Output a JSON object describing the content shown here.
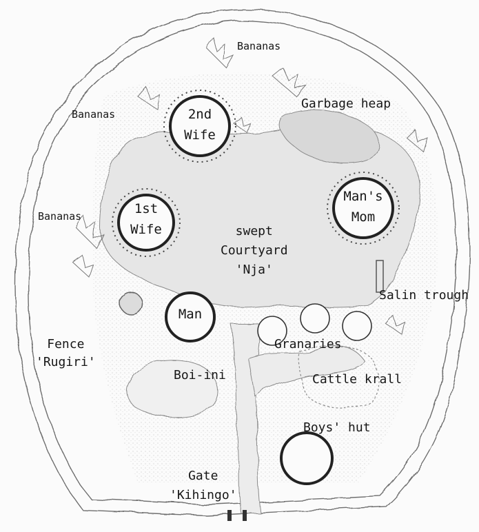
{
  "labels": {
    "bananas_top": "Bananas",
    "bananas_left_upper": "Bananas",
    "bananas_left_mid": "Bananas",
    "garbage_heap": "Garbage  heap",
    "salin_trough": "Salin trough",
    "courtyard_line1": "swept",
    "courtyard_line2": "Courtyard",
    "courtyard_line3": "'Nja'",
    "granaries": "Granaries",
    "cattle_krall": "Cattle krall",
    "boys_hut": "Boys' hut",
    "boi_ini": "Boi-ini",
    "fence_line1": "Fence",
    "fence_line2": "'Rugiri'",
    "gate_line1": "Gate",
    "gate_line2": "'Kihingo'"
  },
  "huts": {
    "second_wife": [
      "2nd",
      "Wife"
    ],
    "first_wife": [
      "1st",
      "Wife"
    ],
    "mans_mom": [
      "Man's",
      "Mom"
    ],
    "man": [
      "Man"
    ]
  },
  "colors": {
    "ink": "#2b2b2b",
    "courtyard": "#e6e6e6",
    "pencil": "#9a9a9a"
  }
}
